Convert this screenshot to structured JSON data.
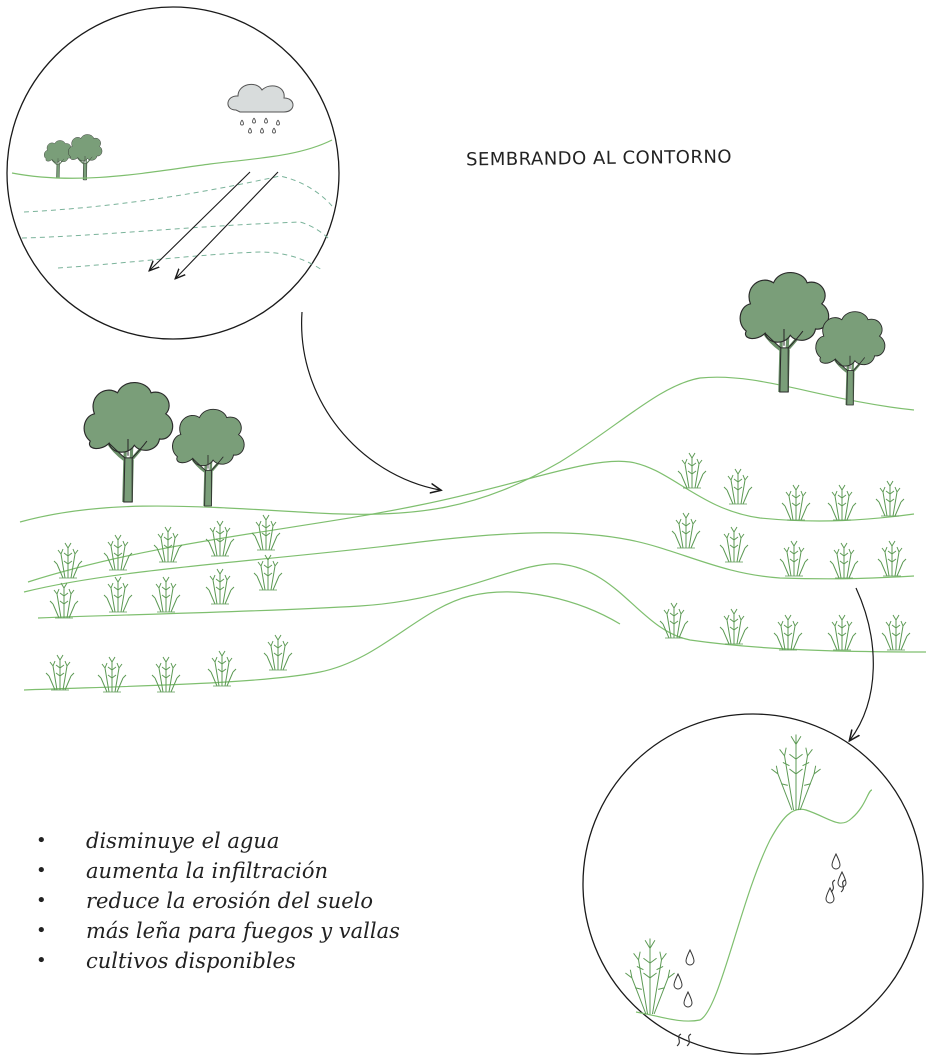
{
  "title": "SEMBRANDO AL CONTORNO",
  "benefits": [
    "disminuye el agua",
    "aumenta la infiltración",
    "reduce la erosión del suelo",
    "más leña para fuegos y vallas",
    "cultivos disponibles"
  ],
  "colors": {
    "line_green": "#7fbf6f",
    "dashed_green": "#7ab39a",
    "tree_fill": "#7a9e79",
    "tree_trunk": "#6a8f68",
    "cloud": "#d8dcdc",
    "ink": "#1a1a1a"
  }
}
